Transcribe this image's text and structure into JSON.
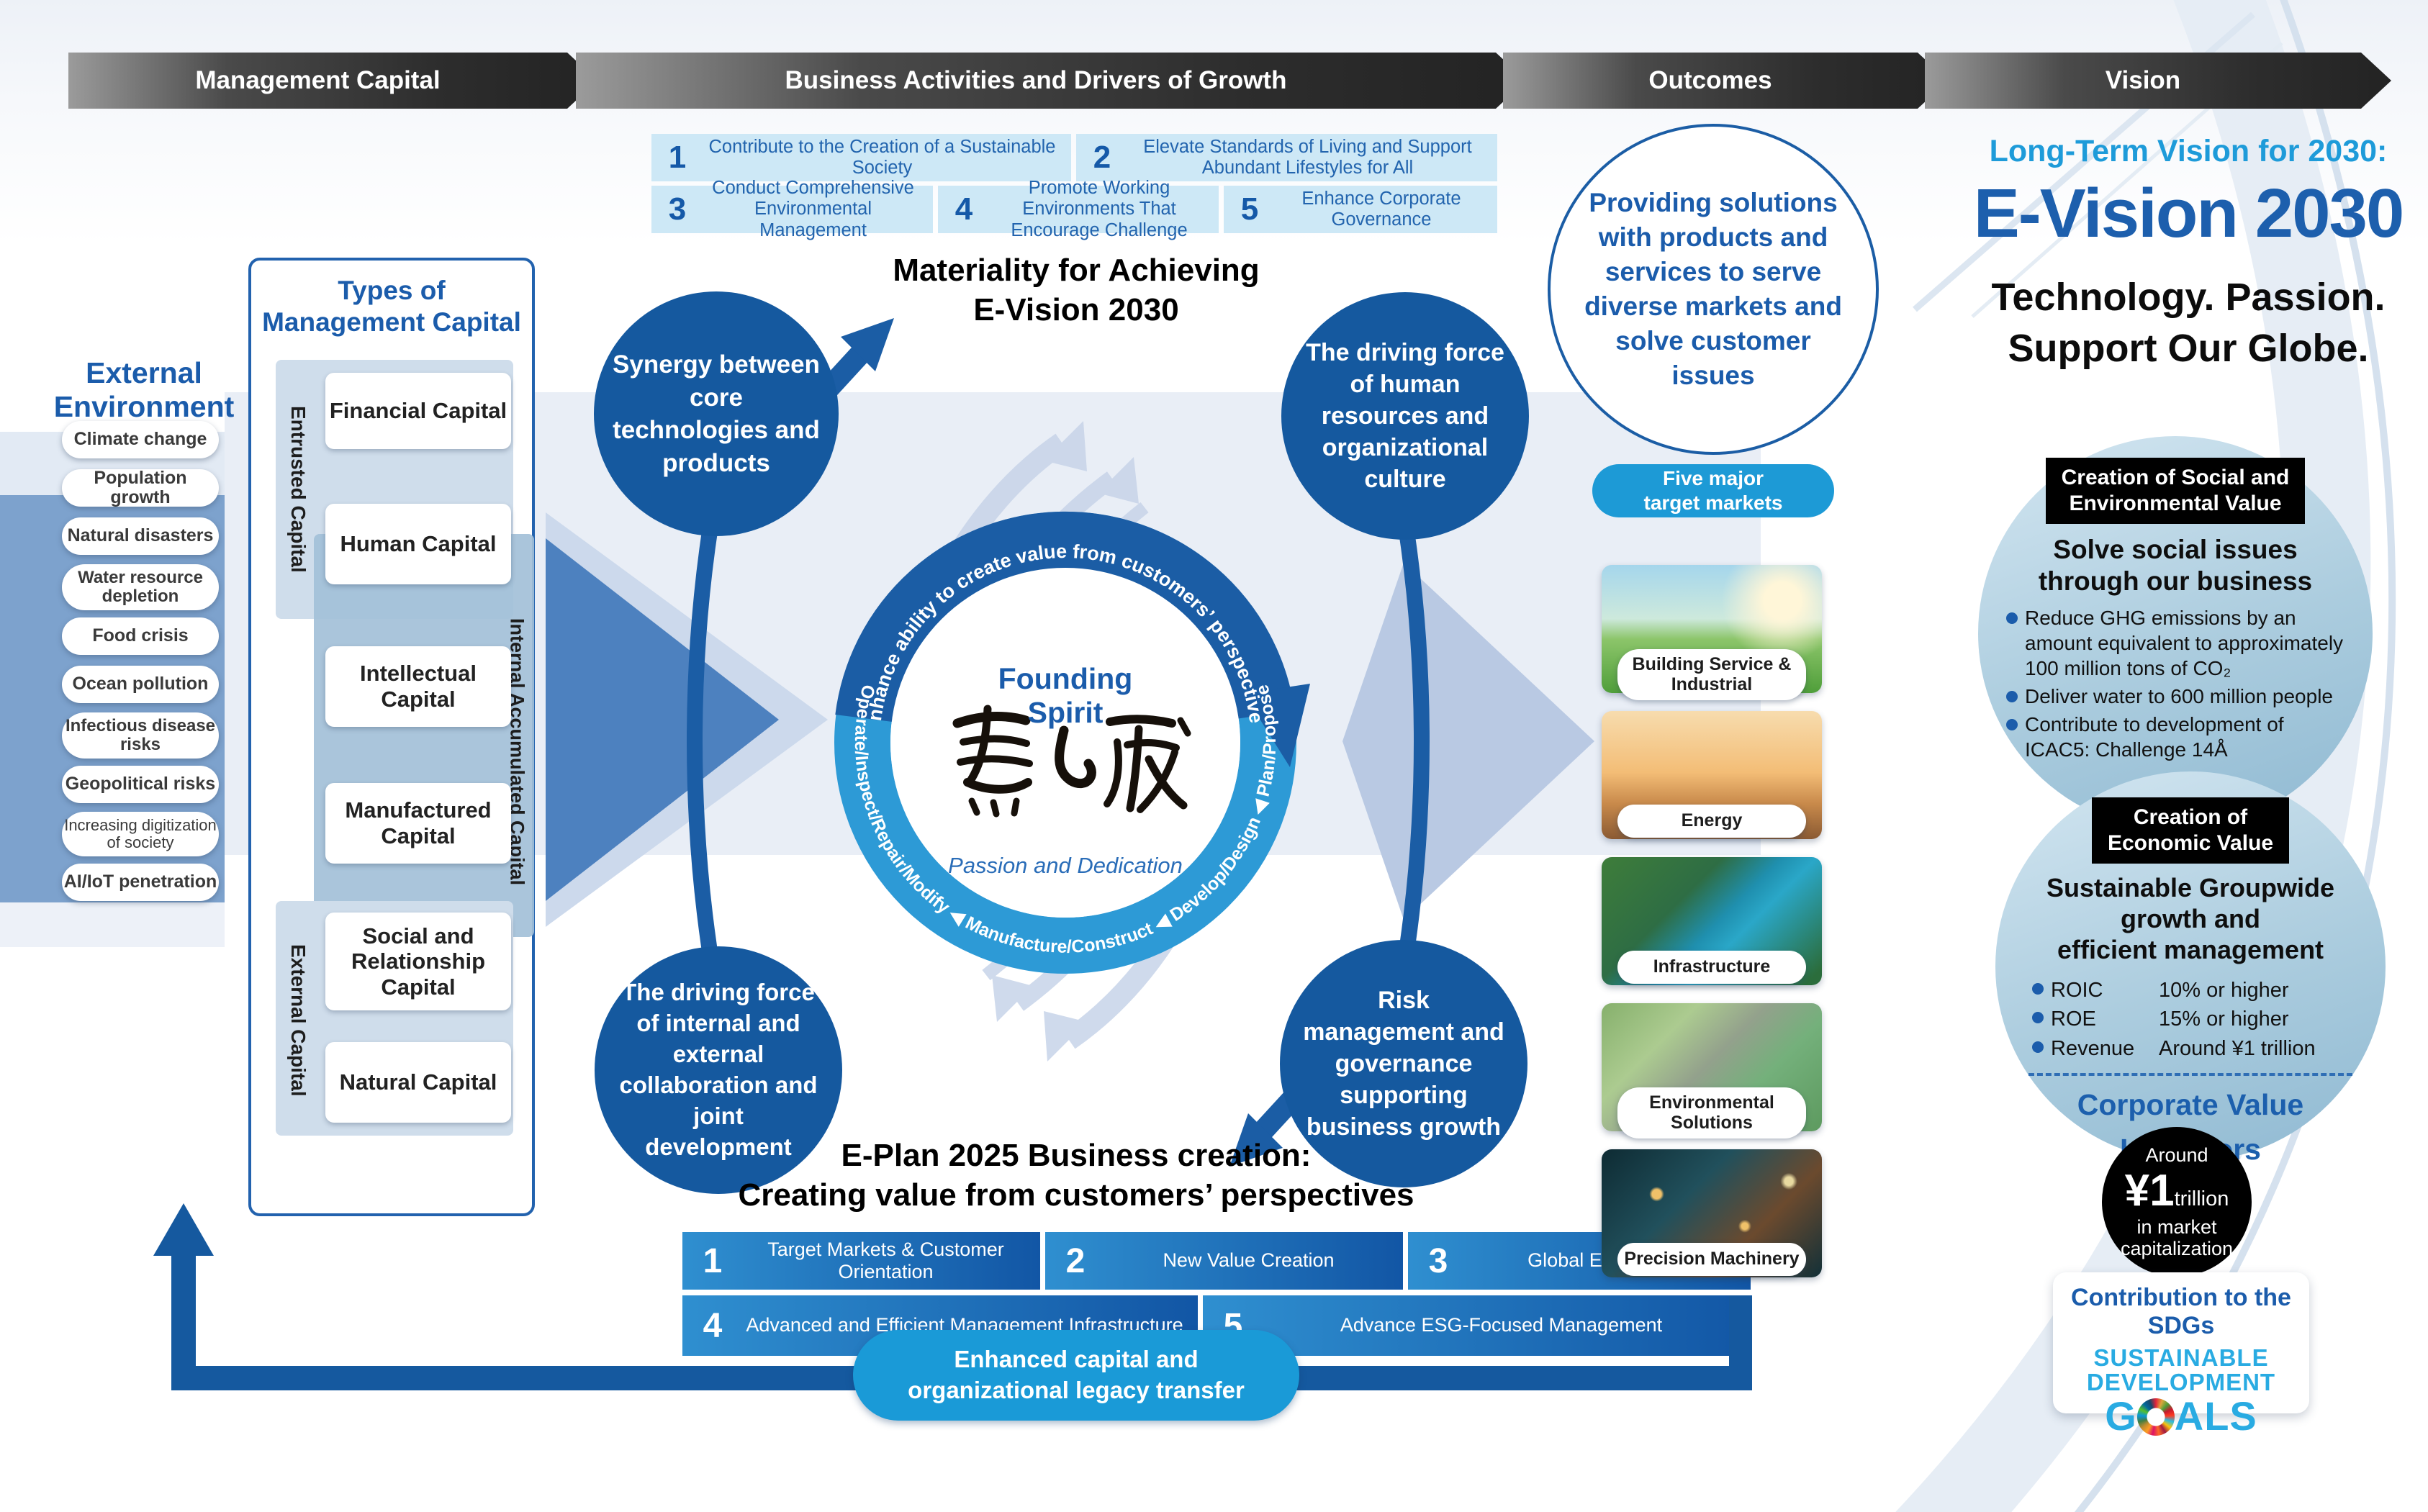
{
  "header": {
    "stages": [
      "Management Capital",
      "Business Activities and Drivers of Growth",
      "Outcomes",
      "Vision"
    ]
  },
  "external_environment": {
    "title": "External Environment",
    "items": [
      "Climate change",
      "Population growth",
      "Natural disasters",
      "Water resource depletion",
      "Food crisis",
      "Ocean pollution",
      "Infectious disease risks",
      "Geopolitical risks",
      "Increasing digitization of society",
      "AI/IoT penetration"
    ]
  },
  "capital_box": {
    "title_line1": "Types of",
    "title_line2": "Management Capital",
    "groups": {
      "entrusted": "Entrusted Capital",
      "internal": "Internal Accumulated Capital",
      "external": "External Capital"
    },
    "cards": [
      "Financial Capital",
      "Human Capital",
      "Intellectual Capital",
      "Manufactured Capital",
      "Social and Relationship Capital",
      "Natural Capital"
    ]
  },
  "materiality": {
    "title_line1": "Materiality for Achieving",
    "title_line2": "E-Vision 2030",
    "items": [
      {
        "num": "1",
        "label": "Contribute to the Creation of a Sustainable Society"
      },
      {
        "num": "2",
        "label": "Elevate Standards of Living and Support Abundant Lifestyles for All"
      },
      {
        "num": "3",
        "label": "Conduct Comprehensive Environmental Management"
      },
      {
        "num": "4",
        "label": "Promote Working Environments That Encourage Challenge"
      },
      {
        "num": "5",
        "label": "Enhance Corporate Governance"
      }
    ]
  },
  "engine": {
    "founding_spirit": "Founding Spirit",
    "calligraphy": "熱と誠",
    "motto": "Passion and Dedication",
    "outer_arc": "Enhance ability to create value from customers’ perspectives",
    "cycle": "Operate/Inspect/Repair/Modify ◀ Manufacture/Construct ◀ Develop/Design ◀ Plan/Propose",
    "circles": {
      "tl": "Synergy between core technologies and products",
      "tr": "The driving force of human resources and organizational culture",
      "bl": "The driving force of internal and external collaboration and joint development",
      "br": "Risk management and governance supporting business growth"
    }
  },
  "eplan": {
    "title_line1": "E-Plan 2025 Business creation:",
    "title_line2": "Creating value from customers’ perspectives",
    "items": [
      {
        "num": "1",
        "label": "Target Markets & Customer Orientation"
      },
      {
        "num": "2",
        "label": "New Value Creation"
      },
      {
        "num": "3",
        "label": "Global Expansion"
      },
      {
        "num": "4",
        "label": "Advanced and Efficient Management Infrastructure"
      },
      {
        "num": "5",
        "label": "Advance ESG-Focused Management"
      }
    ]
  },
  "loop": {
    "label_line1": "Enhanced capital and",
    "label_line2": "organizational legacy transfer"
  },
  "outcomes": {
    "circle_text": "Providing solutions with products and services to serve diverse markets and solve customer issues",
    "pill_line1": "Five major",
    "pill_line2": "target markets",
    "markets": [
      "Building Service & Industrial",
      "Energy",
      "Infrastructure",
      "Environmental Solutions",
      "Precision Machinery"
    ]
  },
  "vision": {
    "kicker": "Long-Term Vision for 2030:",
    "title": "E-Vision 2030",
    "tagline_line1": "Technology. Passion.",
    "tagline_line2": "Support Our Globe.",
    "social": {
      "tag_line1": "Creation of Social and",
      "tag_line2": "Environmental Value",
      "heading_line1": "Solve social issues",
      "heading_line2": "through our business",
      "bullets": [
        "Reduce GHG emissions by an amount equivalent to approximately 100 million tons of CO₂",
        "Deliver water to 600 million people",
        "Contribute to development of ICAC5: Challenge 14Å"
      ]
    },
    "economic": {
      "tag_line1": "Creation of",
      "tag_line2": "Economic Value",
      "heading_line1": "Sustainable Groupwide",
      "heading_line2": "growth and",
      "heading_line3": "efficient management",
      "rows": [
        {
          "label": "ROIC",
          "value": "10% or higher"
        },
        {
          "label": "ROE",
          "value": "15% or higher"
        },
        {
          "label": "Revenue",
          "value": "Around ¥1 trillion"
        }
      ],
      "indicators_line1": "Corporate Value",
      "indicators_line2": "Indicators"
    },
    "market_cap": {
      "line1": "Around",
      "big": "¥1",
      "unit": "trillion",
      "line2": "in market",
      "line3": "capitalization"
    },
    "sdgs": {
      "heading": "Contribution to the SDGs",
      "logo_line1": "SUSTAINABLE",
      "logo_line2": "DEVELOPMENT",
      "logo_g": "G",
      "logo_als": "ALS"
    }
  },
  "colors": {
    "dark_blue": "#15599f",
    "mid_blue": "#2d9ad6",
    "bright_blue": "#1a9ad7",
    "accent_blue": "#1b5cab",
    "light_chip": "#cde8f6",
    "header_gray": "#2d2d2d"
  }
}
